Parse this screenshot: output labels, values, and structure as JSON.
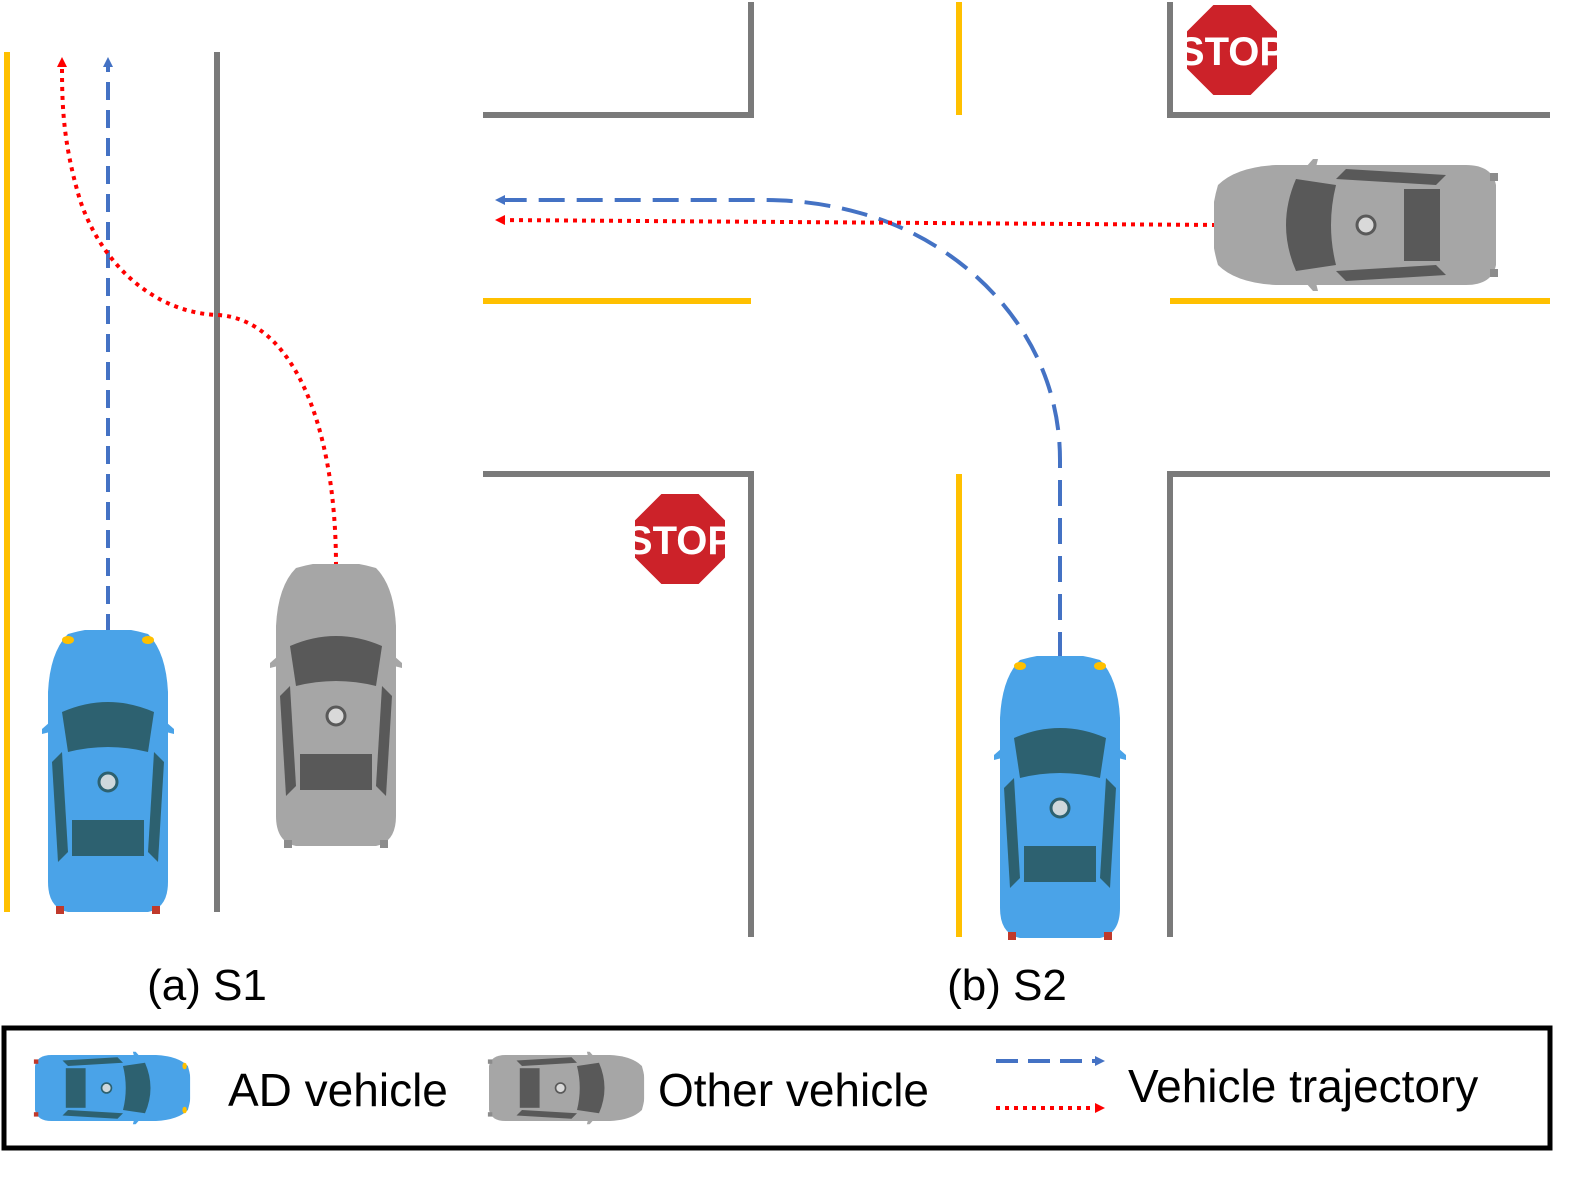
{
  "colors": {
    "lane_line_gray": "#7a7a7a",
    "center_line_yellow": "#ffc000",
    "ad_vehicle_blue": "#4aa3e8",
    "other_vehicle_gray": "#a6a6a6",
    "ad_trajectory_blue": "#4472c4",
    "other_trajectory_red": "#ff0000",
    "stop_sign_red": "#cc2229"
  },
  "panels": [
    {
      "id": "a",
      "caption": "(a) S1"
    },
    {
      "id": "b",
      "caption": "(b) S2"
    }
  ],
  "stop_sign_text": "STOP",
  "legend": {
    "ad_vehicle_label": "AD vehicle",
    "other_vehicle_label": "Other vehicle",
    "trajectory_label": "Vehicle trajectory"
  }
}
